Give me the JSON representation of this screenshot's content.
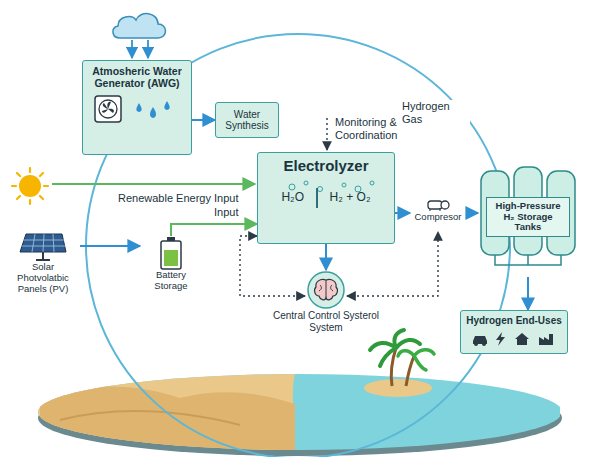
{
  "diagram": {
    "nodes": [
      {
        "text": [
          "Atmosheric Water Generator (AWG)"
        ]
      },
      {
        "text": [
          "Water Synthesis"
        ]
      },
      {
        "text": [
          "Electrolyzer",
          "H₂O",
          "H₂ + O₂"
        ]
      },
      {
        "text": [
          "Solar Photvolatbic Panels (PV)"
        ]
      },
      {
        "text": [
          "Battery Storage"
        ]
      },
      {
        "text": [
          "Compresor"
        ]
      },
      {
        "text": [
          "High-Pressure H₂ Storage Tanks"
        ]
      },
      {
        "text": [
          "Hydrogen End-Uses"
        ]
      },
      {
        "text": [
          "Central Control Systerol System"
        ]
      }
    ],
    "edges": [
      {
        "from": 0,
        "to": 1,
        "arrow": "to"
      },
      {
        "from": 3,
        "to": 4,
        "arrow": "to"
      },
      {
        "from": 4,
        "to": 2,
        "arrow": "to"
      },
      {
        "from": 2,
        "to": 8,
        "arrow": "to"
      },
      {
        "from": 8,
        "to": 2,
        "arrow": "both"
      },
      {
        "from": 8,
        "to": 5,
        "arrow": "both"
      },
      {
        "from": 2,
        "to": 5,
        "arrow": "to"
      },
      {
        "from": 5,
        "to": 6,
        "arrow": "to"
      },
      {
        "from": 6,
        "to": 7,
        "arrow": "to"
      }
    ],
    "labels": [
      "Monitoring & Coordination",
      "Hydrogen Gas",
      "Renewable Energy Input",
      "Input"
    ]
  }
}
